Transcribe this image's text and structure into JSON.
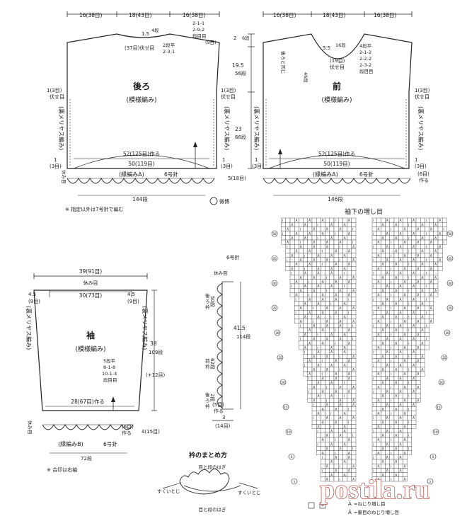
{
  "back": {
    "top_dims": [
      "16(38目)",
      "18(43目)",
      "16(38目)"
    ],
    "title": "後ろ",
    "subtitle": "(模様編み)",
    "neck_label": "(37目)伏せ目",
    "neck_rise": "1.5",
    "neck_rise_rows": "4段",
    "neck_rule": "2段平",
    "neck_rule2": "2-3-1",
    "shoulder_rule": [
      "2-1-1",
      "2-9-2",
      "段目目"
    ],
    "shoulder_stitches": "(9目)",
    "side_bind_left": [
      "1(3目)",
      "伏せ目"
    ],
    "side_bind_right": [
      "1(3目)",
      "伏せ目"
    ],
    "side_label": "(裏メリヤス編み)",
    "cast_on": "52(125目)作る",
    "row_count": "50(119目)",
    "edge_left": [
      "1",
      "(3目)"
    ],
    "edge_right": [
      "1",
      "(3目)"
    ],
    "rest_mark": "休み目",
    "border": "(縁編みA)",
    "needle": "6号針",
    "bottom_count": "144段",
    "note": "※ 指定以外は7号針で編む"
  },
  "center_dims": {
    "top": "2",
    "top_rows": "6段",
    "mid": "19.5",
    "mid_rows": "56段",
    "lower": "23",
    "lower_rows": "66段",
    "bottom": "5(18目)"
  },
  "front": {
    "top_dims": [
      "16(38目)",
      "18(43目)",
      "16(38目)"
    ],
    "title": "前",
    "subtitle": "(模様編み)",
    "neck_depth": "5.5",
    "neck_depth_rows": "16段",
    "neck_bind": "(19目)",
    "neck_bind2": "伏せ目",
    "neck_rule": [
      "4段平",
      "2-1-2",
      "2-2-2",
      "2-3-2",
      "段目目"
    ],
    "back_same": "後ろと同じ",
    "neck_side": "46段",
    "side_bind": [
      "1(3目)",
      "伏せ目"
    ],
    "side_label": "(裏メリヤス編み)",
    "cast_on": "52(125目)作る",
    "row_count": "50(119目)",
    "edge_left": [
      "1",
      "(3目)"
    ],
    "edge_right": [
      "1",
      "(3目)"
    ],
    "border": "(縁編みA)",
    "needle": "6号針",
    "make": [
      "(6目)",
      "作る"
    ],
    "bottom_count": "146段"
  },
  "sleeve": {
    "top_dim": "39(91目)",
    "rest_mark": "休み目",
    "inner": "30(73目)",
    "left_top": [
      "4.5",
      "(9目)"
    ],
    "right_top": [
      "4.5",
      "(9目)"
    ],
    "title": "袖",
    "subtitle": "(模様編み)",
    "side_label": "(裏メリヤス編み)",
    "inc_rule": [
      "5段平",
      "8-1-8",
      "10-1-4",
      "段目目"
    ],
    "height": "38",
    "height_rows": "109段",
    "inc_total": "(+12目)",
    "cuff": "28(67目)作る",
    "border": "(縁編みB)",
    "needle": "6号針",
    "make": [
      "(6目)",
      "作る"
    ],
    "bottom": "4(15目)",
    "rest_left": "休み目",
    "count": "72段",
    "note": "※ 合印は右袖"
  },
  "collar": {
    "needle": "6号針",
    "rest_mark": "休み目",
    "back_nums": [
      "後",
      "ろ",
      "衿"
    ],
    "back_rows": "50段",
    "front_nums": [
      "前",
      "衿"
    ],
    "front_rows": "62段",
    "back2_nums": [
      "後",
      "ろ",
      "衿"
    ],
    "back2_rows": "2段",
    "length": "41.5",
    "length_rows": "114段",
    "make": [
      "(5目)",
      "作る"
    ],
    "width": "3",
    "width_sts": "(14目)"
  },
  "collar_finish": {
    "title": "衿のまとめ方",
    "top": "目と段のはぎ",
    "left": "すくいとじ",
    "right": "すくいとじ",
    "bottom": "目と段のはぎ"
  },
  "chart": {
    "title": "袖下の増し目",
    "legend1": "=ねじり増し目",
    "legend2": "=裏目のねじり増し目",
    "left_rows": [
      "50",
      "45",
      "40",
      "35",
      "30",
      "25",
      "20",
      "15",
      "10",
      "5",
      "1"
    ],
    "right_rows": [
      "50",
      "45",
      "40",
      "35",
      "30",
      "25",
      "20",
      "15",
      "10",
      "5",
      "1"
    ]
  },
  "watermark": {
    "text": "postila.ru",
    "weibo": "微博"
  }
}
